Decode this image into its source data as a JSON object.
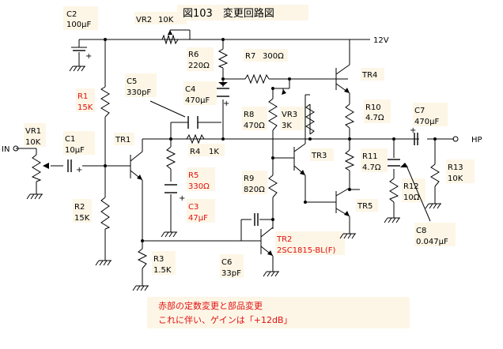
{
  "title": "図103　変更回路図",
  "rail": "12V",
  "input_label": "IN",
  "output_label": "HP",
  "components": {
    "c2": {
      "name": "C2",
      "value": "100μF"
    },
    "vr2": {
      "name": "VR2",
      "value": "10K"
    },
    "r6": {
      "name": "R6",
      "value": "220Ω"
    },
    "r7": {
      "name": "R7",
      "value": "300Ω"
    },
    "c5": {
      "name": "C5",
      "value": "330pF"
    },
    "c4": {
      "name": "C4",
      "value": "470μF"
    },
    "tr4": {
      "name": "TR4",
      "value": ""
    },
    "r1": {
      "name": "R1",
      "value": "15K"
    },
    "r8": {
      "name": "R8",
      "value": "470Ω"
    },
    "vr3": {
      "name": "VR3",
      "value": "3K"
    },
    "r10": {
      "name": "R10",
      "value": "4.7Ω"
    },
    "c7": {
      "name": "C7",
      "value": "470μF"
    },
    "vr1": {
      "name": "VR1",
      "value": "10K"
    },
    "c1": {
      "name": "C1",
      "value": "10μF"
    },
    "tr1": {
      "name": "TR1",
      "value": ""
    },
    "r4": {
      "name": "R4",
      "value": "1K"
    },
    "tr3": {
      "name": "TR3",
      "value": ""
    },
    "r11": {
      "name": "R11",
      "value": "4.7Ω"
    },
    "r13": {
      "name": "R13",
      "value": "10K"
    },
    "r5": {
      "name": "R5",
      "value": "330Ω"
    },
    "r9": {
      "name": "R9",
      "value": "820Ω"
    },
    "r12": {
      "name": "R12",
      "value": "10Ω"
    },
    "c3": {
      "name": "C3",
      "value": "47μF"
    },
    "r2": {
      "name": "R2",
      "value": "15K"
    },
    "tr5": {
      "name": "TR5",
      "value": ""
    },
    "c8": {
      "name": "C8",
      "value": "0.047μF"
    },
    "tr2": {
      "name": "TR2",
      "value": "2SC1815-BL(F)"
    },
    "r3": {
      "name": "R3",
      "value": "1.5K"
    },
    "c6": {
      "name": "C6",
      "value": "33pF"
    }
  },
  "note": {
    "line1": "赤部の定数変更と部品変更",
    "line2": "これに伴い、ゲインは「+12dB」"
  },
  "colors": {
    "highlight": "#e01010",
    "box": "#fdf6e6",
    "wire": "#000000"
  }
}
